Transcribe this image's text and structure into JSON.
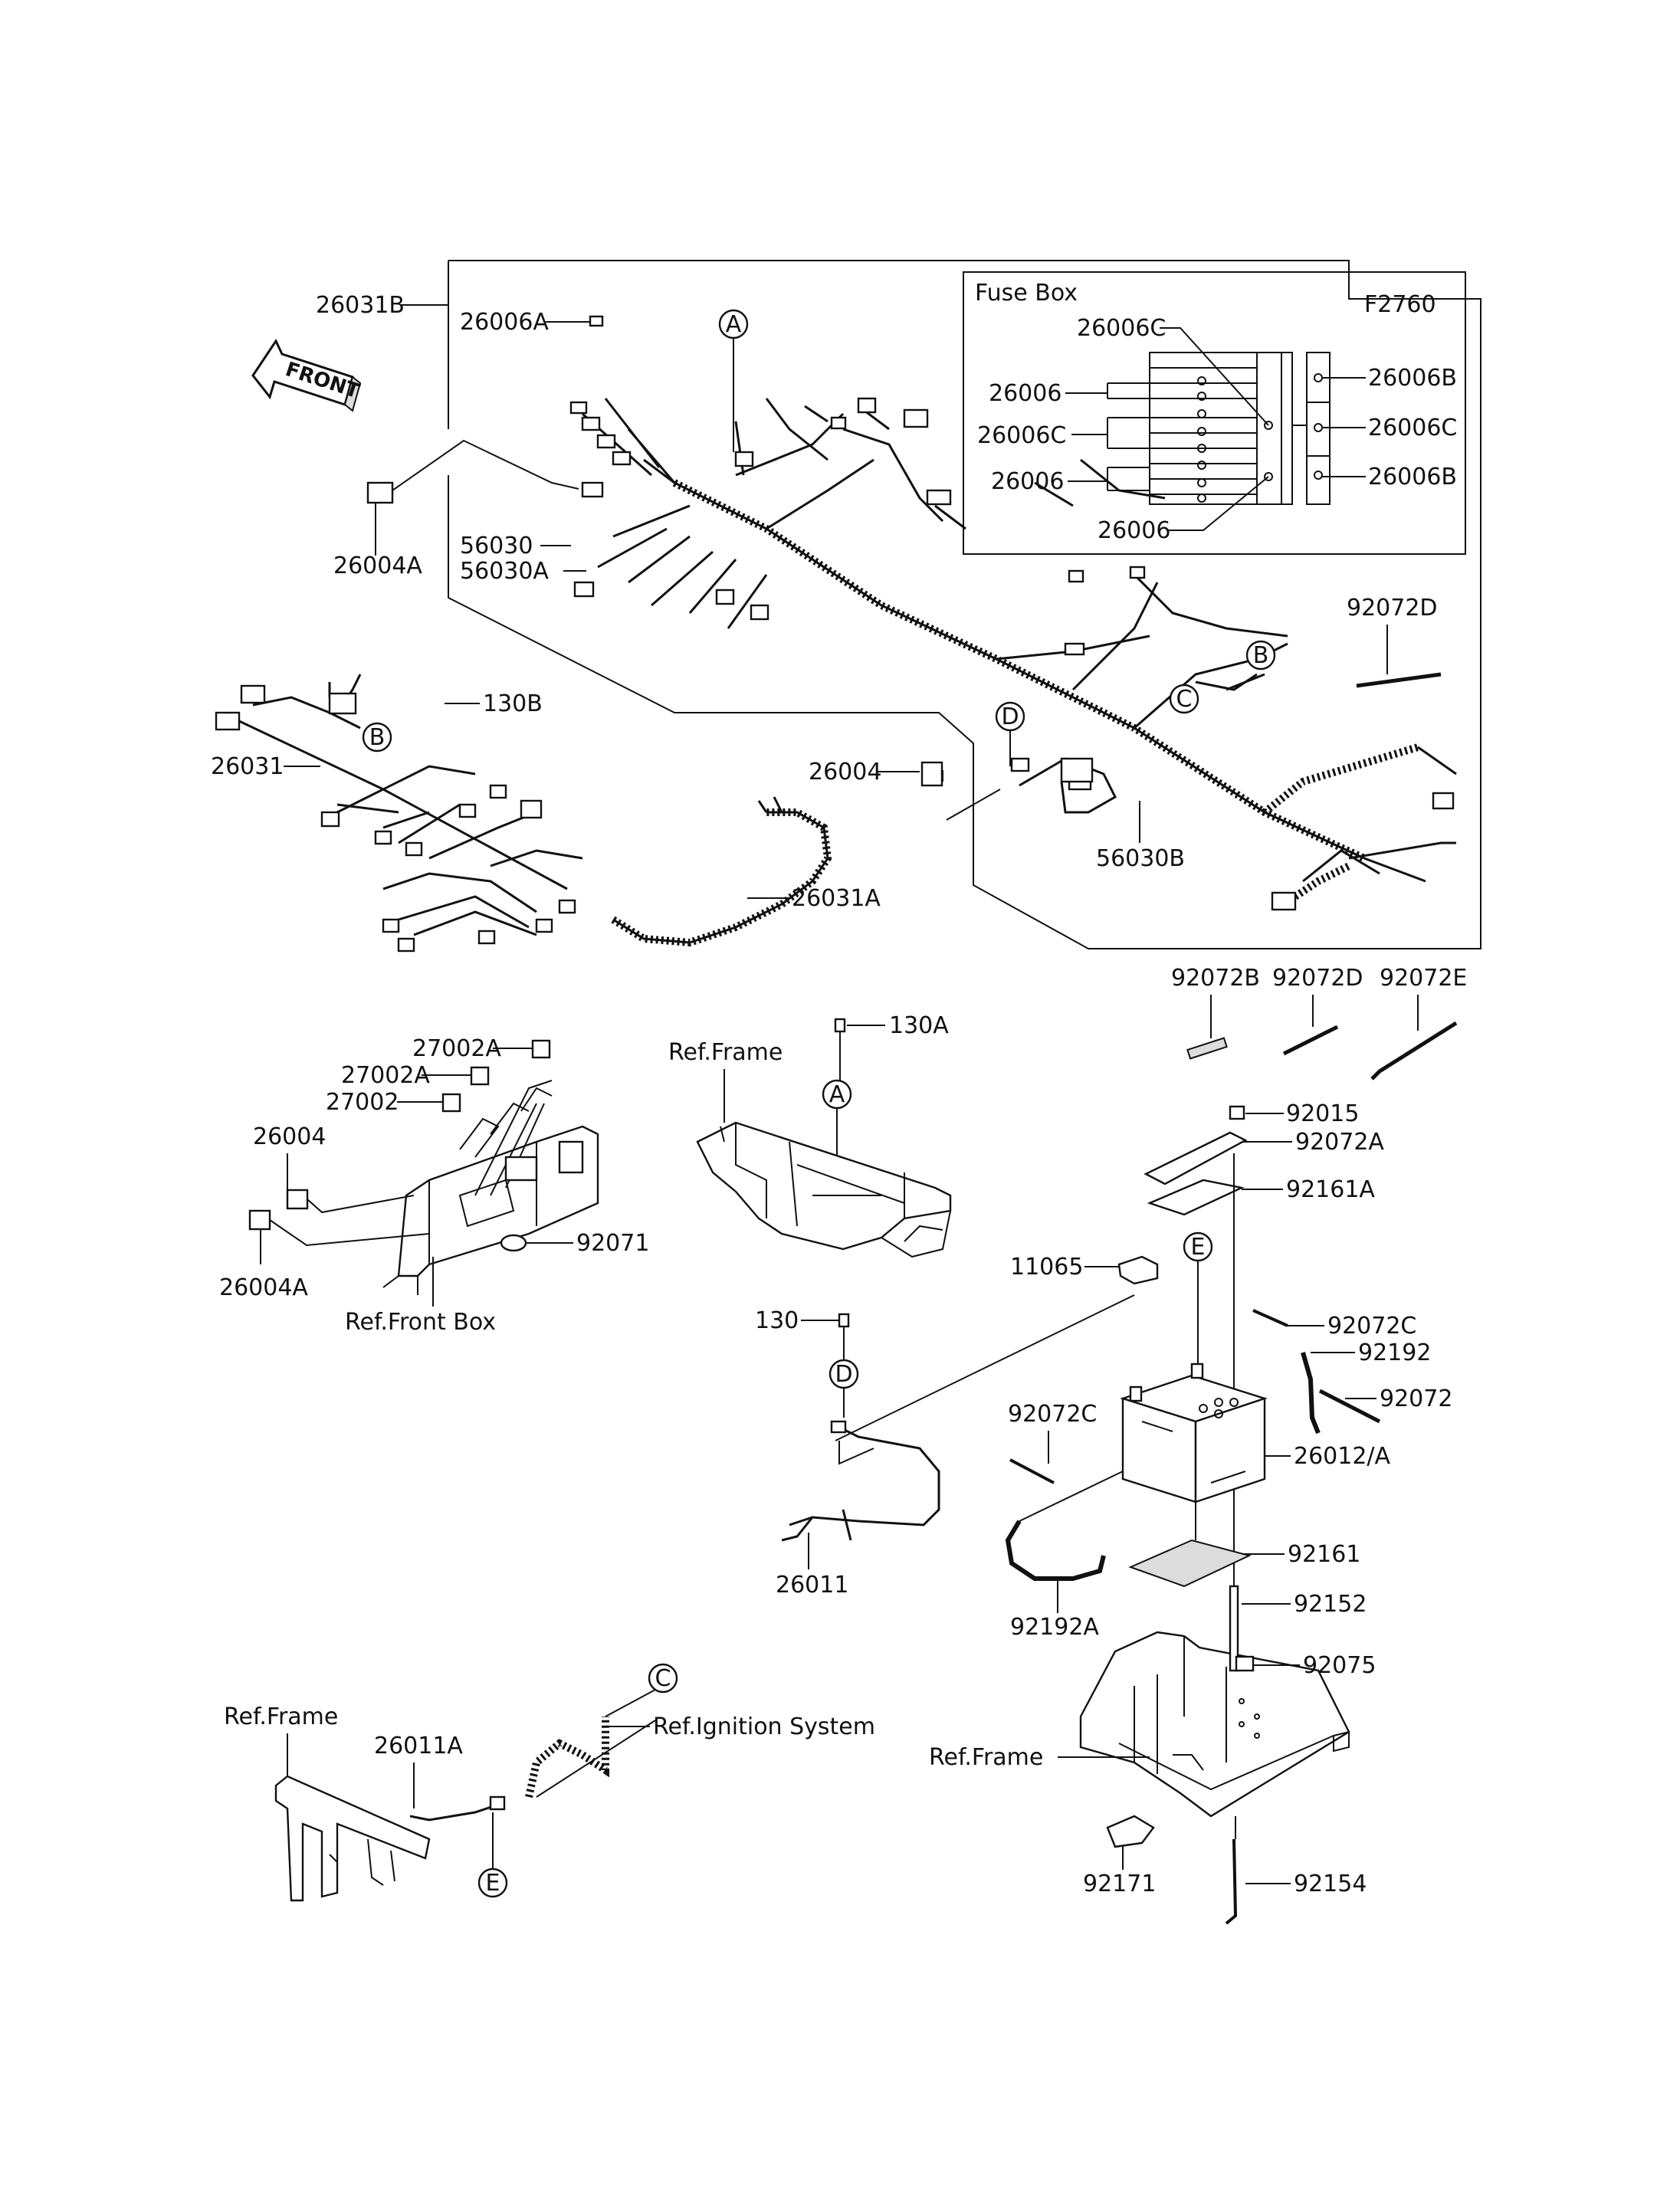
{
  "figure_code": "F2760",
  "fuse_box_title": "Fuse Box",
  "front_arrow_label": "FRONT",
  "callout_letters": {
    "a": "A",
    "b": "B",
    "c": "C",
    "d": "D",
    "e": "E"
  },
  "reference_labels": {
    "frame": "Ref.Frame",
    "front_box": "Ref.Front Box",
    "ignition_system": "Ref.Ignition System"
  },
  "parts": {
    "p26031B": "26031B",
    "p26006A": "26006A",
    "p26004A": "26004A",
    "p56030": "56030",
    "p56030A": "56030A",
    "p26006C_a": "26006C",
    "p26006_a": "26006",
    "p26006C_b": "26006C",
    "p26006_b": "26006",
    "p26006_c": "26006",
    "p26006B_a": "26006B",
    "p26006C_c": "26006C",
    "p26006B_b": "26006B",
    "p92072D_a": "92072D",
    "p130B": "130B",
    "p26031": "26031",
    "p26004_a": "26004",
    "p56030B": "56030B",
    "p26031A": "26031A",
    "p92072B": "92072B",
    "p92072D_b": "92072D",
    "p92072E": "92072E",
    "p27002A_a": "27002A",
    "p27002A_b": "27002A",
    "p27002": "27002",
    "p26004_b": "26004",
    "p26004A_b": "26004A",
    "p92071": "92071",
    "p130A": "130A",
    "p92015": "92015",
    "p92072A": "92072A",
    "p92161A": "92161A",
    "p11065": "11065",
    "p130": "130",
    "p92072C_a": "92072C",
    "p92192": "92192",
    "p92072": "92072",
    "p92072C_b": "92072C",
    "p26012A": "26012/A",
    "p26011": "26011",
    "p92192A": "92192A",
    "p92161": "92161",
    "p92152": "92152",
    "p92075": "92075",
    "p26011A": "26011A",
    "p92171": "92171",
    "p92154": "92154"
  }
}
